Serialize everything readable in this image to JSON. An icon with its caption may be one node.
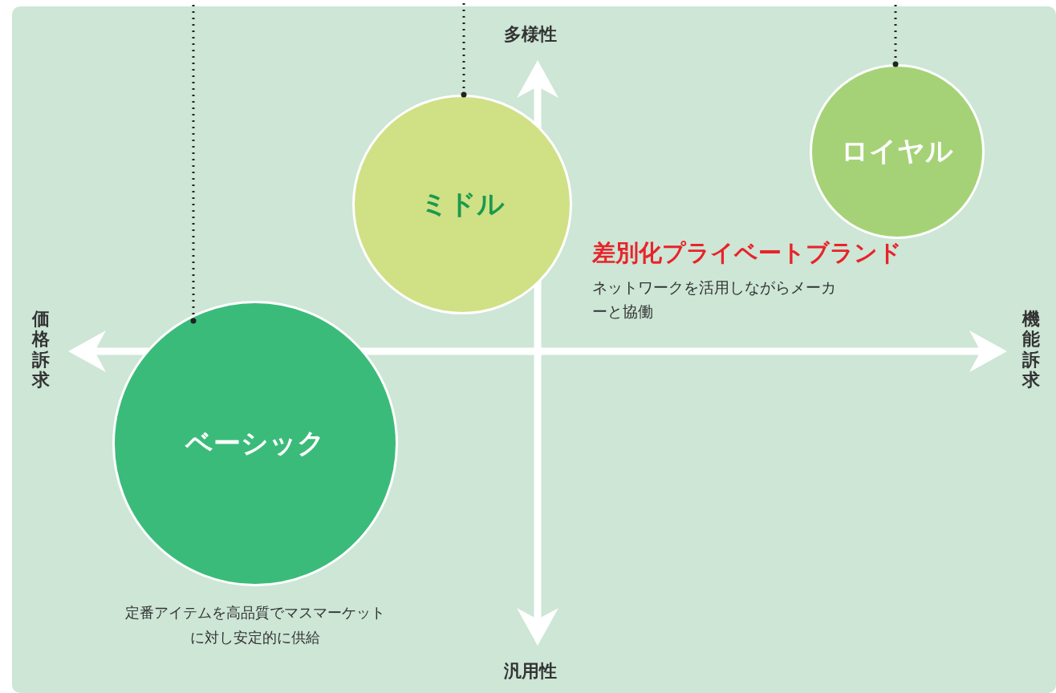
{
  "diagram": {
    "nodes": [
      {
        "text": [
          "ロイヤル"
        ]
      },
      {
        "text": [
          "ミドル"
        ]
      },
      {
        "text": [
          "ベーシック"
        ],
        "beside": [
          "定番アイテムを高品質でマスマーケットに対し安定的に供給"
        ]
      }
    ],
    "edges": [
      {
        "from": 0,
        "to": null,
        "arrow": "other",
        "style": "dashed"
      },
      {
        "from": 1,
        "to": null,
        "arrow": "other",
        "style": "dashed"
      },
      {
        "from": 2,
        "to": null,
        "arrow": "other",
        "style": "dashed"
      }
    ],
    "labels": [
      "多様性",
      "差別化プライベートブランド",
      "ネットワークを活用しながらメーカーと協働",
      "価格訴求",
      "機能訴求",
      "汎用性"
    ]
  }
}
